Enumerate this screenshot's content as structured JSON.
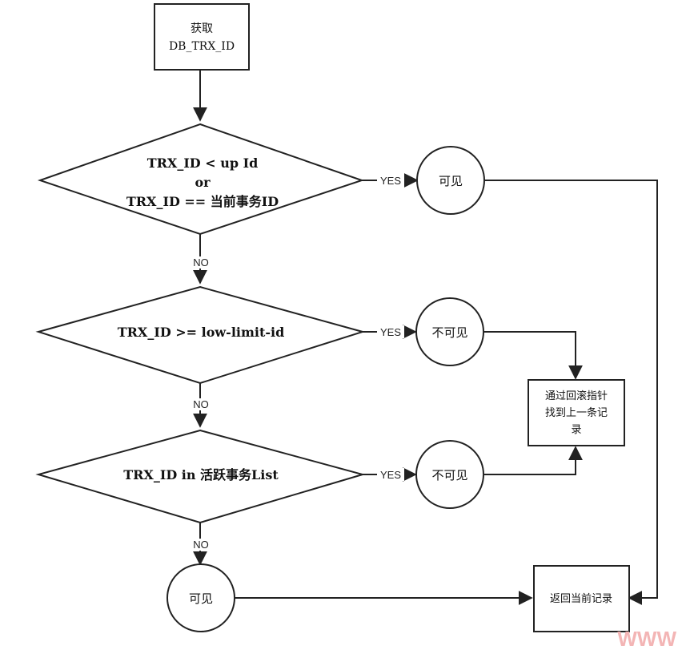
{
  "nodes": {
    "start": {
      "line1": "获取",
      "line2": "DB_TRX_ID"
    },
    "decision1": {
      "line1": "TRX_ID < up Id",
      "line2": "or",
      "line3": "TRX_ID ==  当前事务ID"
    },
    "decision2": {
      "text": "TRX_ID >=  low-limit-id"
    },
    "decision3": {
      "text": "TRX_ID in 活跃事务List"
    },
    "visible1": {
      "text": "可见"
    },
    "invisible1": {
      "text": "不可见"
    },
    "invisible2": {
      "text": "不可见"
    },
    "visible2": {
      "text": "可见"
    },
    "rollback": {
      "line1": "通过回滚指针",
      "line2": "找到上一条记",
      "line3": "录"
    },
    "return": {
      "text": "返回当前记录"
    }
  },
  "edges": {
    "yes1": "YES",
    "no1": "NO",
    "yes2": "YES",
    "no2": "NO",
    "yes3": "YES",
    "no3": "NO"
  },
  "watermark": "WWW"
}
